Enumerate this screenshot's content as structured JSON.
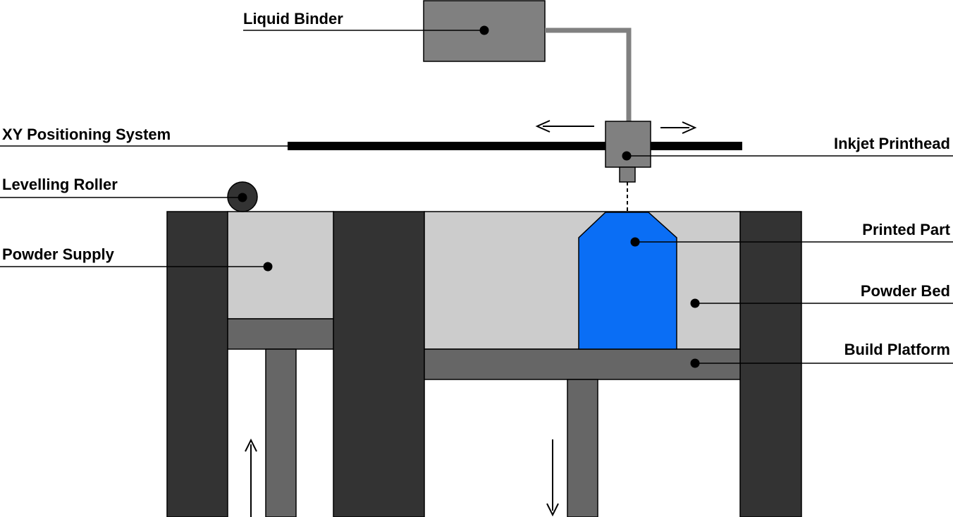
{
  "labels": {
    "liquid_binder": "Liquid Binder",
    "xy_positioning_system": "XY Positioning System",
    "inkjet_printhead": "Inkjet Printhead",
    "levelling_roller": "Levelling Roller",
    "powder_supply": "Powder Supply",
    "printed_part": "Printed Part",
    "powder_bed": "Powder Bed",
    "build_platform": "Build Platform"
  },
  "colors": {
    "frame": "#333333",
    "piston": "#666666",
    "powder": "#cccccc",
    "binder_tank": "#808080",
    "feed_line": "#808080",
    "printhead": "#808080",
    "rail": "#000000",
    "printed_part": "#0a6ef5",
    "leader_line": "#000000",
    "background": "#ffffff"
  },
  "icons": {
    "printhead_motion_left": "arrow-left-icon",
    "printhead_motion_right": "arrow-right-icon",
    "supply_piston_motion": "arrow-up-icon",
    "build_piston_motion": "arrow-down-icon"
  }
}
